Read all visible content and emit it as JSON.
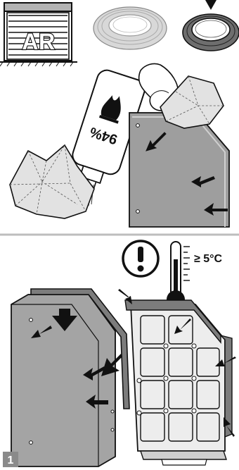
{
  "header": {
    "garage_label": "AR"
  },
  "bottle": {
    "label": "94%"
  },
  "thermometer": {
    "temperature_label": "≥ 5°C"
  },
  "step": {
    "number": "1"
  },
  "colors": {
    "panel_gray": "#9a9a9a",
    "gasket_gray": "#7c7c7c",
    "tape_light": "#cfcfcf",
    "ink": "#111111",
    "divider": "#bdbdbd",
    "step_badge": "#8a8a8a"
  }
}
